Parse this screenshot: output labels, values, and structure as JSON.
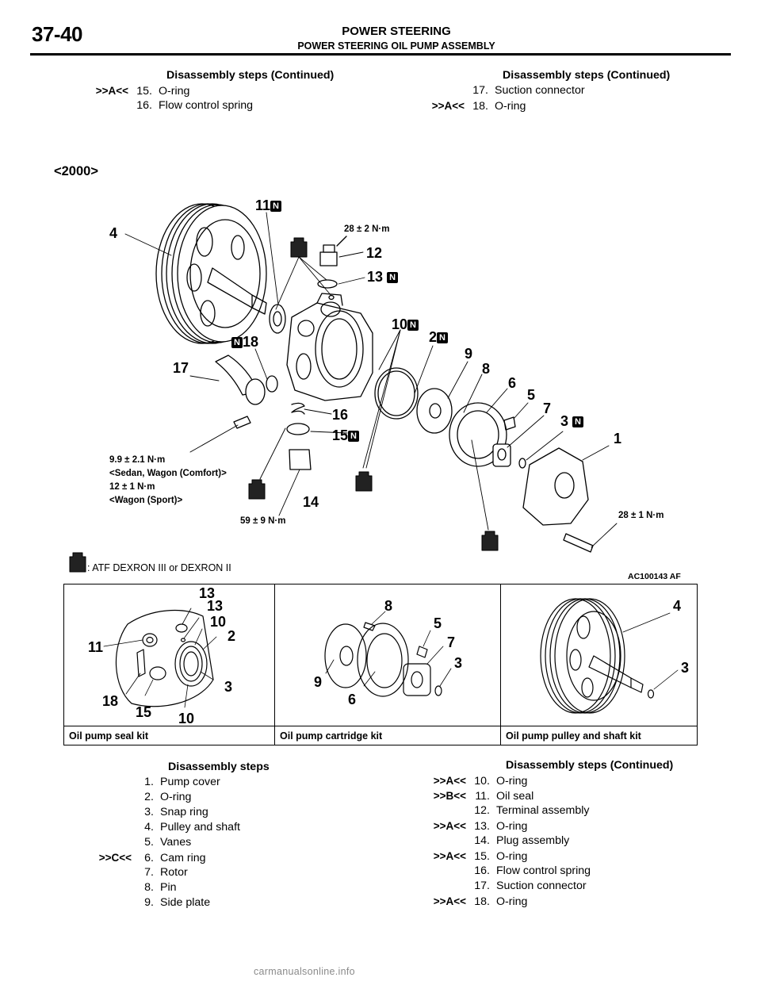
{
  "header": {
    "page_number": "37-40",
    "title": "POWER STEERING",
    "subtitle": "POWER STEERING OIL PUMP ASSEMBLY"
  },
  "top_steps": {
    "left": {
      "heading": "Disassembly steps (Continued)",
      "items": [
        {
          "ref": ">>A<<",
          "num": "15.",
          "label": "O-ring"
        },
        {
          "ref": "",
          "num": "16.",
          "label": "Flow control spring"
        }
      ]
    },
    "right": {
      "heading": "Disassembly steps (Continued)",
      "items": [
        {
          "ref": "",
          "num": "17.",
          "label": "Suction connector"
        },
        {
          "ref": ">>A<<",
          "num": "18.",
          "label": "O-ring"
        }
      ]
    }
  },
  "section_tag": "<2000>",
  "diagram": {
    "callouts": {
      "c4": "4",
      "c11": "11",
      "c12": "12",
      "c13": "13",
      "c10": "10",
      "c2": "2",
      "c18": "18",
      "c17": "17",
      "c9": "9",
      "c8": "8",
      "c6": "6",
      "c5": "5",
      "c7": "7",
      "c3": "3",
      "c1": "1",
      "c16": "16",
      "c15": "15",
      "c14": "14",
      "new_mark": "N"
    },
    "torques": {
      "t_plug_top": "28 ± 2 N·m",
      "t_suction_1": "9.9 ± 2.1 N·m",
      "t_suction_1_note": "<Sedan, Wagon (Comfort)>",
      "t_suction_2": "12 ± 1 N·m",
      "t_suction_2_note": "<Wagon (Sport)>",
      "t_plug": "59 ± 9 N·m",
      "t_cover": "28 ± 1 N·m"
    },
    "legend": ": ATF DEXRON III or DEXRON II",
    "figure_code": "AC100143 AF"
  },
  "kits": {
    "cells": [
      {
        "label": "Oil pump seal kit",
        "callouts": {
          "a": "13",
          "b": "13",
          "c": "10",
          "d": "2",
          "e": "11",
          "f": "3",
          "g": "18",
          "h": "15",
          "i": "10"
        }
      },
      {
        "label": "Oil pump cartridge kit",
        "callouts": {
          "a": "8",
          "b": "5",
          "c": "7",
          "d": "3",
          "e": "9",
          "f": "6"
        }
      },
      {
        "label": "Oil pump pulley and shaft kit",
        "callouts": {
          "a": "4",
          "b": "3"
        }
      }
    ]
  },
  "bottom_steps": {
    "left": {
      "heading": "Disassembly steps",
      "items": [
        {
          "ref": "",
          "num": "1.",
          "label": "Pump cover"
        },
        {
          "ref": "",
          "num": "2.",
          "label": "O-ring"
        },
        {
          "ref": "",
          "num": "3.",
          "label": "Snap ring"
        },
        {
          "ref": "",
          "num": "4.",
          "label": "Pulley and shaft"
        },
        {
          "ref": "",
          "num": "5.",
          "label": "Vanes"
        },
        {
          "ref": ">>C<<",
          "num": "6.",
          "label": "Cam ring"
        },
        {
          "ref": "",
          "num": "7.",
          "label": "Rotor"
        },
        {
          "ref": "",
          "num": "8.",
          "label": "Pin"
        },
        {
          "ref": "",
          "num": "9.",
          "label": "Side plate"
        }
      ]
    },
    "right": {
      "heading": "Disassembly steps (Continued)",
      "items": [
        {
          "ref": ">>A<<",
          "num": "10.",
          "label": "O-ring"
        },
        {
          "ref": ">>B<<",
          "num": "11.",
          "label": "Oil seal"
        },
        {
          "ref": "",
          "num": "12.",
          "label": "Terminal assembly"
        },
        {
          "ref": ">>A<<",
          "num": "13.",
          "label": "O-ring"
        },
        {
          "ref": "",
          "num": "14.",
          "label": "Plug assembly"
        },
        {
          "ref": ">>A<<",
          "num": "15.",
          "label": "O-ring"
        },
        {
          "ref": "",
          "num": "16.",
          "label": "Flow control spring"
        },
        {
          "ref": "",
          "num": "17.",
          "label": "Suction connector"
        },
        {
          "ref": ">>A<<",
          "num": "18.",
          "label": "O-ring"
        }
      ]
    }
  },
  "watermark": "carmanualsonline.info"
}
